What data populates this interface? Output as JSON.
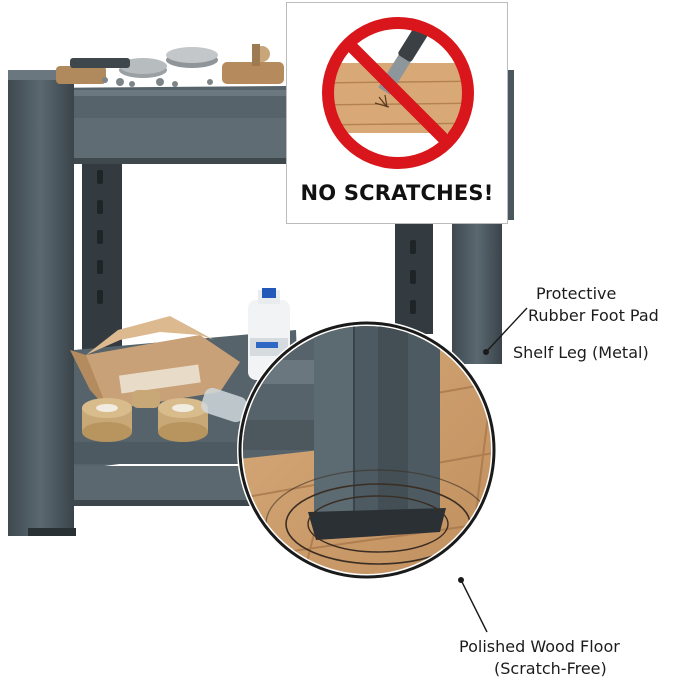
{
  "sign": {
    "caption": "NO SCRATCHES!",
    "symbol_icon": "prohibition-icon",
    "symbol_color": "#d8161b"
  },
  "labels": {
    "foot_pad_line1": "Protective",
    "foot_pad_line2": "Rubber Foot Pad",
    "shelf_leg": "Shelf Leg (Metal)",
    "floor_line1": "Polished Wood Floor",
    "floor_line2": "(Scratch-Free)"
  },
  "colors": {
    "shelf_metal": "#4d5a61",
    "wood": "#c8996a",
    "tape": "#c9a877",
    "cardboard": "#c9a178"
  }
}
